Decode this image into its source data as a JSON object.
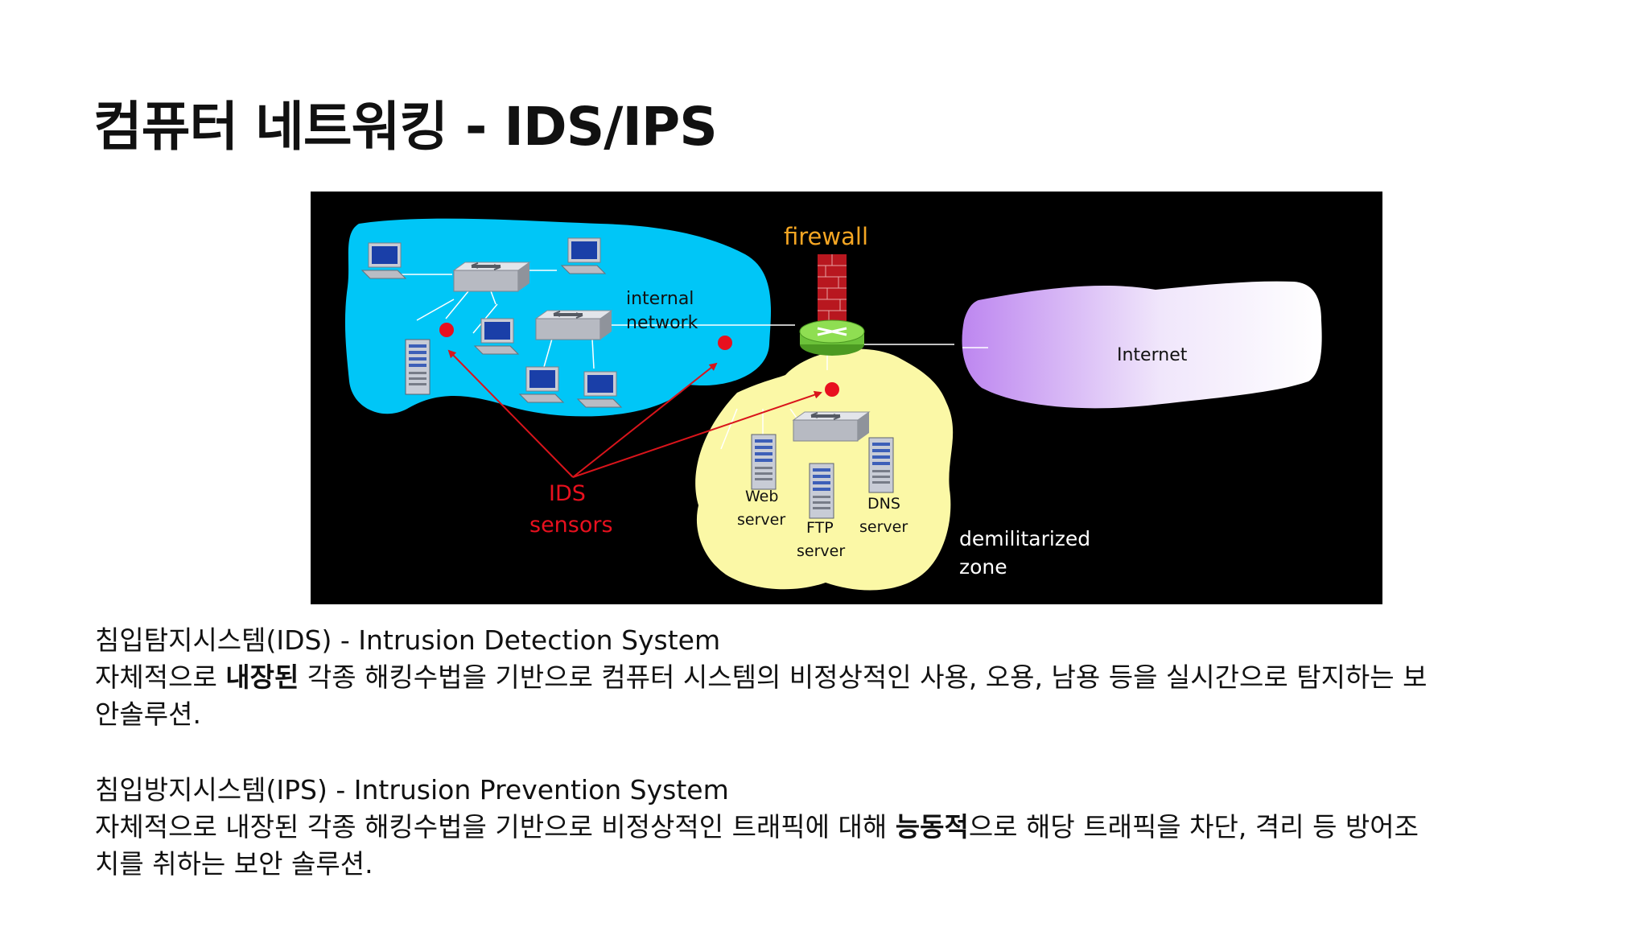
{
  "page": {
    "title": "컴퓨터 네트워킹 - IDS/IPS"
  },
  "diagram": {
    "labels": {
      "firewall": "firewall",
      "internal_1": "internal",
      "internal_2": "network",
      "internet": "Internet",
      "ids_1": "IDS",
      "ids_2": "sensors",
      "web_1": "Web",
      "web_2": "server",
      "ftp_1": "FTP",
      "ftp_2": "server",
      "dns_1": "DNS",
      "dns_2": "server",
      "dmz_1": "demilitarized",
      "dmz_2": "zone"
    },
    "colors": {
      "internal_cloud": "#00c6f7",
      "dmz_cloud": "#fbf8a6",
      "sensor": "#e8101e",
      "arrow": "#d9141b",
      "firewall_label": "#f5a623",
      "firewall_wall": "#b8171f",
      "router": "#7fd53a"
    }
  },
  "ids": {
    "heading": "침입탐지시스템(IDS) - Intrusion Detection System",
    "line1_pre": "자체적으로 ",
    "line1_bold": "내장된",
    "line1_post": " 각종 해킹수법을 기반으로 컴퓨터 시스템의 비정상적인 사용, 오용, 남용 등을 실시간으로 탐지하는 보",
    "line2": "안솔루션."
  },
  "ips": {
    "heading": "침입방지시스템(IPS) - Intrusion Prevention System",
    "line1_pre": "자체적으로 내장된 각종 해킹수법을 기반으로 비정상적인 트래픽에 대해 ",
    "line1_bold": "능동적",
    "line1_post": "으로 해당 트래픽을 차단, 격리 등 방어조",
    "line2": "치를 취하는 보안 솔루션."
  }
}
